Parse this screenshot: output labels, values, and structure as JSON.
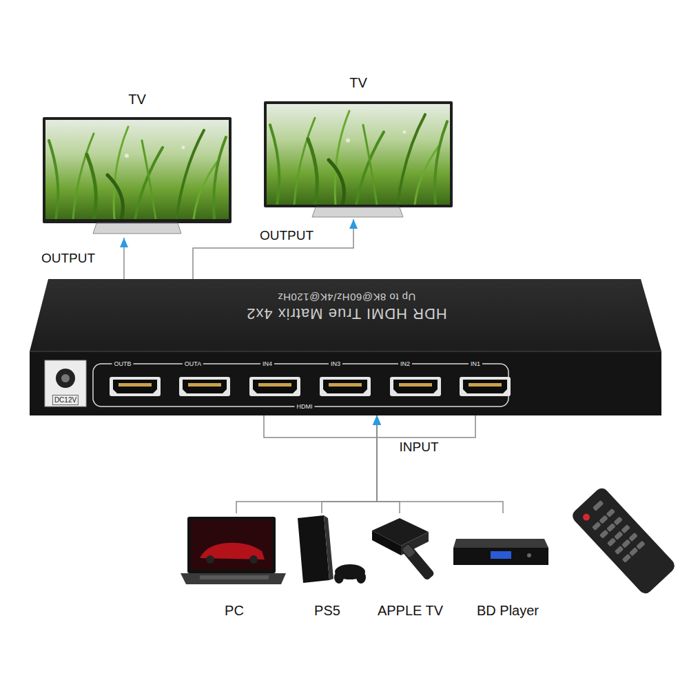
{
  "diagram": {
    "nodes": [
      {
        "text": [
          "TV"
        ]
      },
      {
        "text": [
          "TV"
        ]
      },
      {
        "text": [
          "HDR HDMI True Matrix 4x2",
          "Up to 8K@60Hz/4K@120Hz"
        ]
      },
      {
        "text": [
          "PC"
        ]
      },
      {
        "text": [
          "PS5"
        ]
      },
      {
        "text": [
          "APPLE TV"
        ]
      },
      {
        "text": [
          "BD Player"
        ]
      }
    ],
    "edges": [
      {
        "from": 2,
        "to": 0,
        "label": "OUTPUT",
        "arrow": "to"
      },
      {
        "from": 2,
        "to": 1,
        "label": "OUTPUT",
        "arrow": "to"
      },
      {
        "from": 3,
        "to": 2,
        "arrow": "to"
      },
      {
        "from": 4,
        "to": 2,
        "arrow": "to"
      },
      {
        "from": 5,
        "to": 2,
        "arrow": "to"
      },
      {
        "from": 6,
        "to": 2,
        "arrow": "to"
      }
    ],
    "labels": [
      "OUTB",
      "OUTA",
      "IN4",
      "IN3",
      "IN2",
      "IN1",
      "HDMI",
      "DC12V",
      "INPUT"
    ]
  }
}
